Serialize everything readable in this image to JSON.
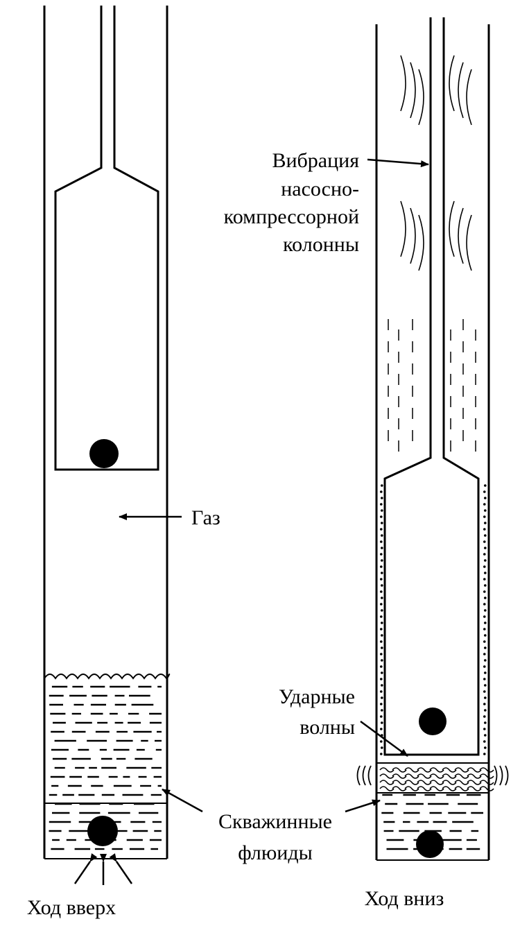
{
  "labels": {
    "vibration_line1": "Вибрация",
    "vibration_line2": "насосно-",
    "vibration_line3": "компрессорной",
    "vibration_line4": "колонны",
    "gas": "Газ",
    "shock_line1": "Ударные",
    "shock_line2": "волны",
    "fluids_line1": "Скважинные",
    "fluids_line2": "флюиды",
    "upstroke": "Ход вверх",
    "downstroke": "Ход вниз"
  },
  "colors": {
    "ink": "#000000",
    "paper": "#ffffff"
  }
}
